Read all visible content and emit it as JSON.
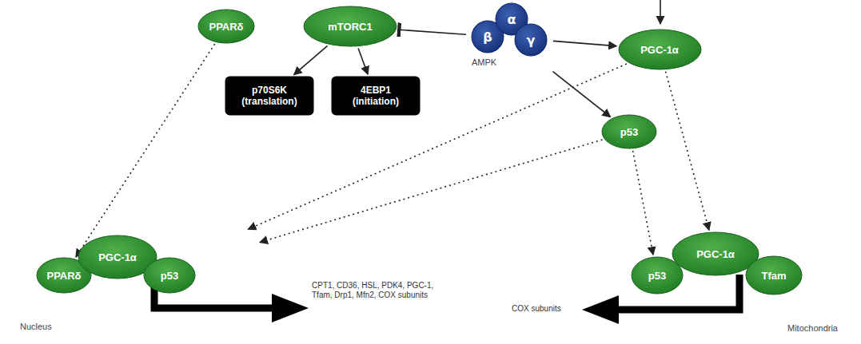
{
  "diagram": {
    "nodes": [
      {
        "text": [
          "PPARδ"
        ]
      },
      {
        "text": [
          "mTORC1"
        ]
      },
      {
        "text": [
          "p70S6K (translation)"
        ]
      },
      {
        "text": [
          "4EBP1 (initiation)"
        ]
      },
      {
        "text": [
          "AMPK"
        ]
      },
      {
        "text": [
          "β"
        ],
        "in": 4
      },
      {
        "text": [
          "α"
        ],
        "in": 4
      },
      {
        "text": [
          "γ"
        ],
        "in": 4
      },
      {
        "text": [
          "PGC-1α"
        ]
      },
      {
        "text": [
          "p53"
        ]
      },
      {
        "text": [
          "Nucleus"
        ]
      },
      {
        "text": [
          "PPARδ"
        ],
        "in": 10
      },
      {
        "text": [
          "PGC-1α"
        ],
        "in": 10
      },
      {
        "text": [
          "p53"
        ],
        "in": 10
      },
      {
        "text": [
          "Mitochondria"
        ]
      },
      {
        "text": [
          "p53"
        ],
        "in": 14
      },
      {
        "text": [
          "PGC-1α"
        ],
        "in": 14
      },
      {
        "text": [
          "Tfam"
        ],
        "in": 14
      }
    ],
    "edges": [
      {
        "from": 1,
        "to": 2,
        "arrow": "to"
      },
      {
        "from": 1,
        "to": 3,
        "arrow": "to"
      },
      {
        "from": 4,
        "to": 1,
        "arrow": "to"
      },
      {
        "from": 4,
        "to": 8,
        "arrow": "to"
      },
      {
        "from": 4,
        "to": 9,
        "arrow": "to"
      },
      {
        "from": 0,
        "to": 11,
        "arrow": "to"
      },
      {
        "from": 8,
        "to": 10,
        "arrow": "to"
      },
      {
        "from": 9,
        "to": 10,
        "arrow": "to"
      },
      {
        "from": 9,
        "to": 15,
        "arrow": "to"
      },
      {
        "from": 8,
        "to": 16,
        "arrow": "to"
      }
    ],
    "labels": [
      "CPT1, CD36, HSL, PDK4, PGC-1, Tfam, Drp1, Mfn2, COX subunits",
      "COX subunits"
    ]
  }
}
